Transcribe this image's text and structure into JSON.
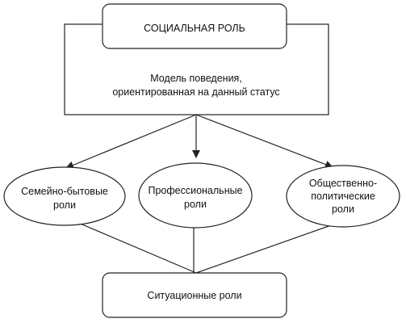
{
  "diagram": {
    "root": {
      "label": "СОЦИАЛЬНАЯ РОЛЬ"
    },
    "definition": {
      "line1": "Модель поведения,",
      "line2": "ориентированная на данный статус"
    },
    "role_family": {
      "line1": "Семейно-бытовые",
      "line2": "роли"
    },
    "role_professional": {
      "line1": "Профессиональные",
      "line2": "роли"
    },
    "role_public": {
      "line1": "Общественно-",
      "line2": "политические",
      "line3": "роли"
    },
    "situational": {
      "label": "Ситуационные роли"
    }
  },
  "colors": {
    "stroke": "#222222",
    "background": "#ffffff",
    "text": "#111111"
  }
}
